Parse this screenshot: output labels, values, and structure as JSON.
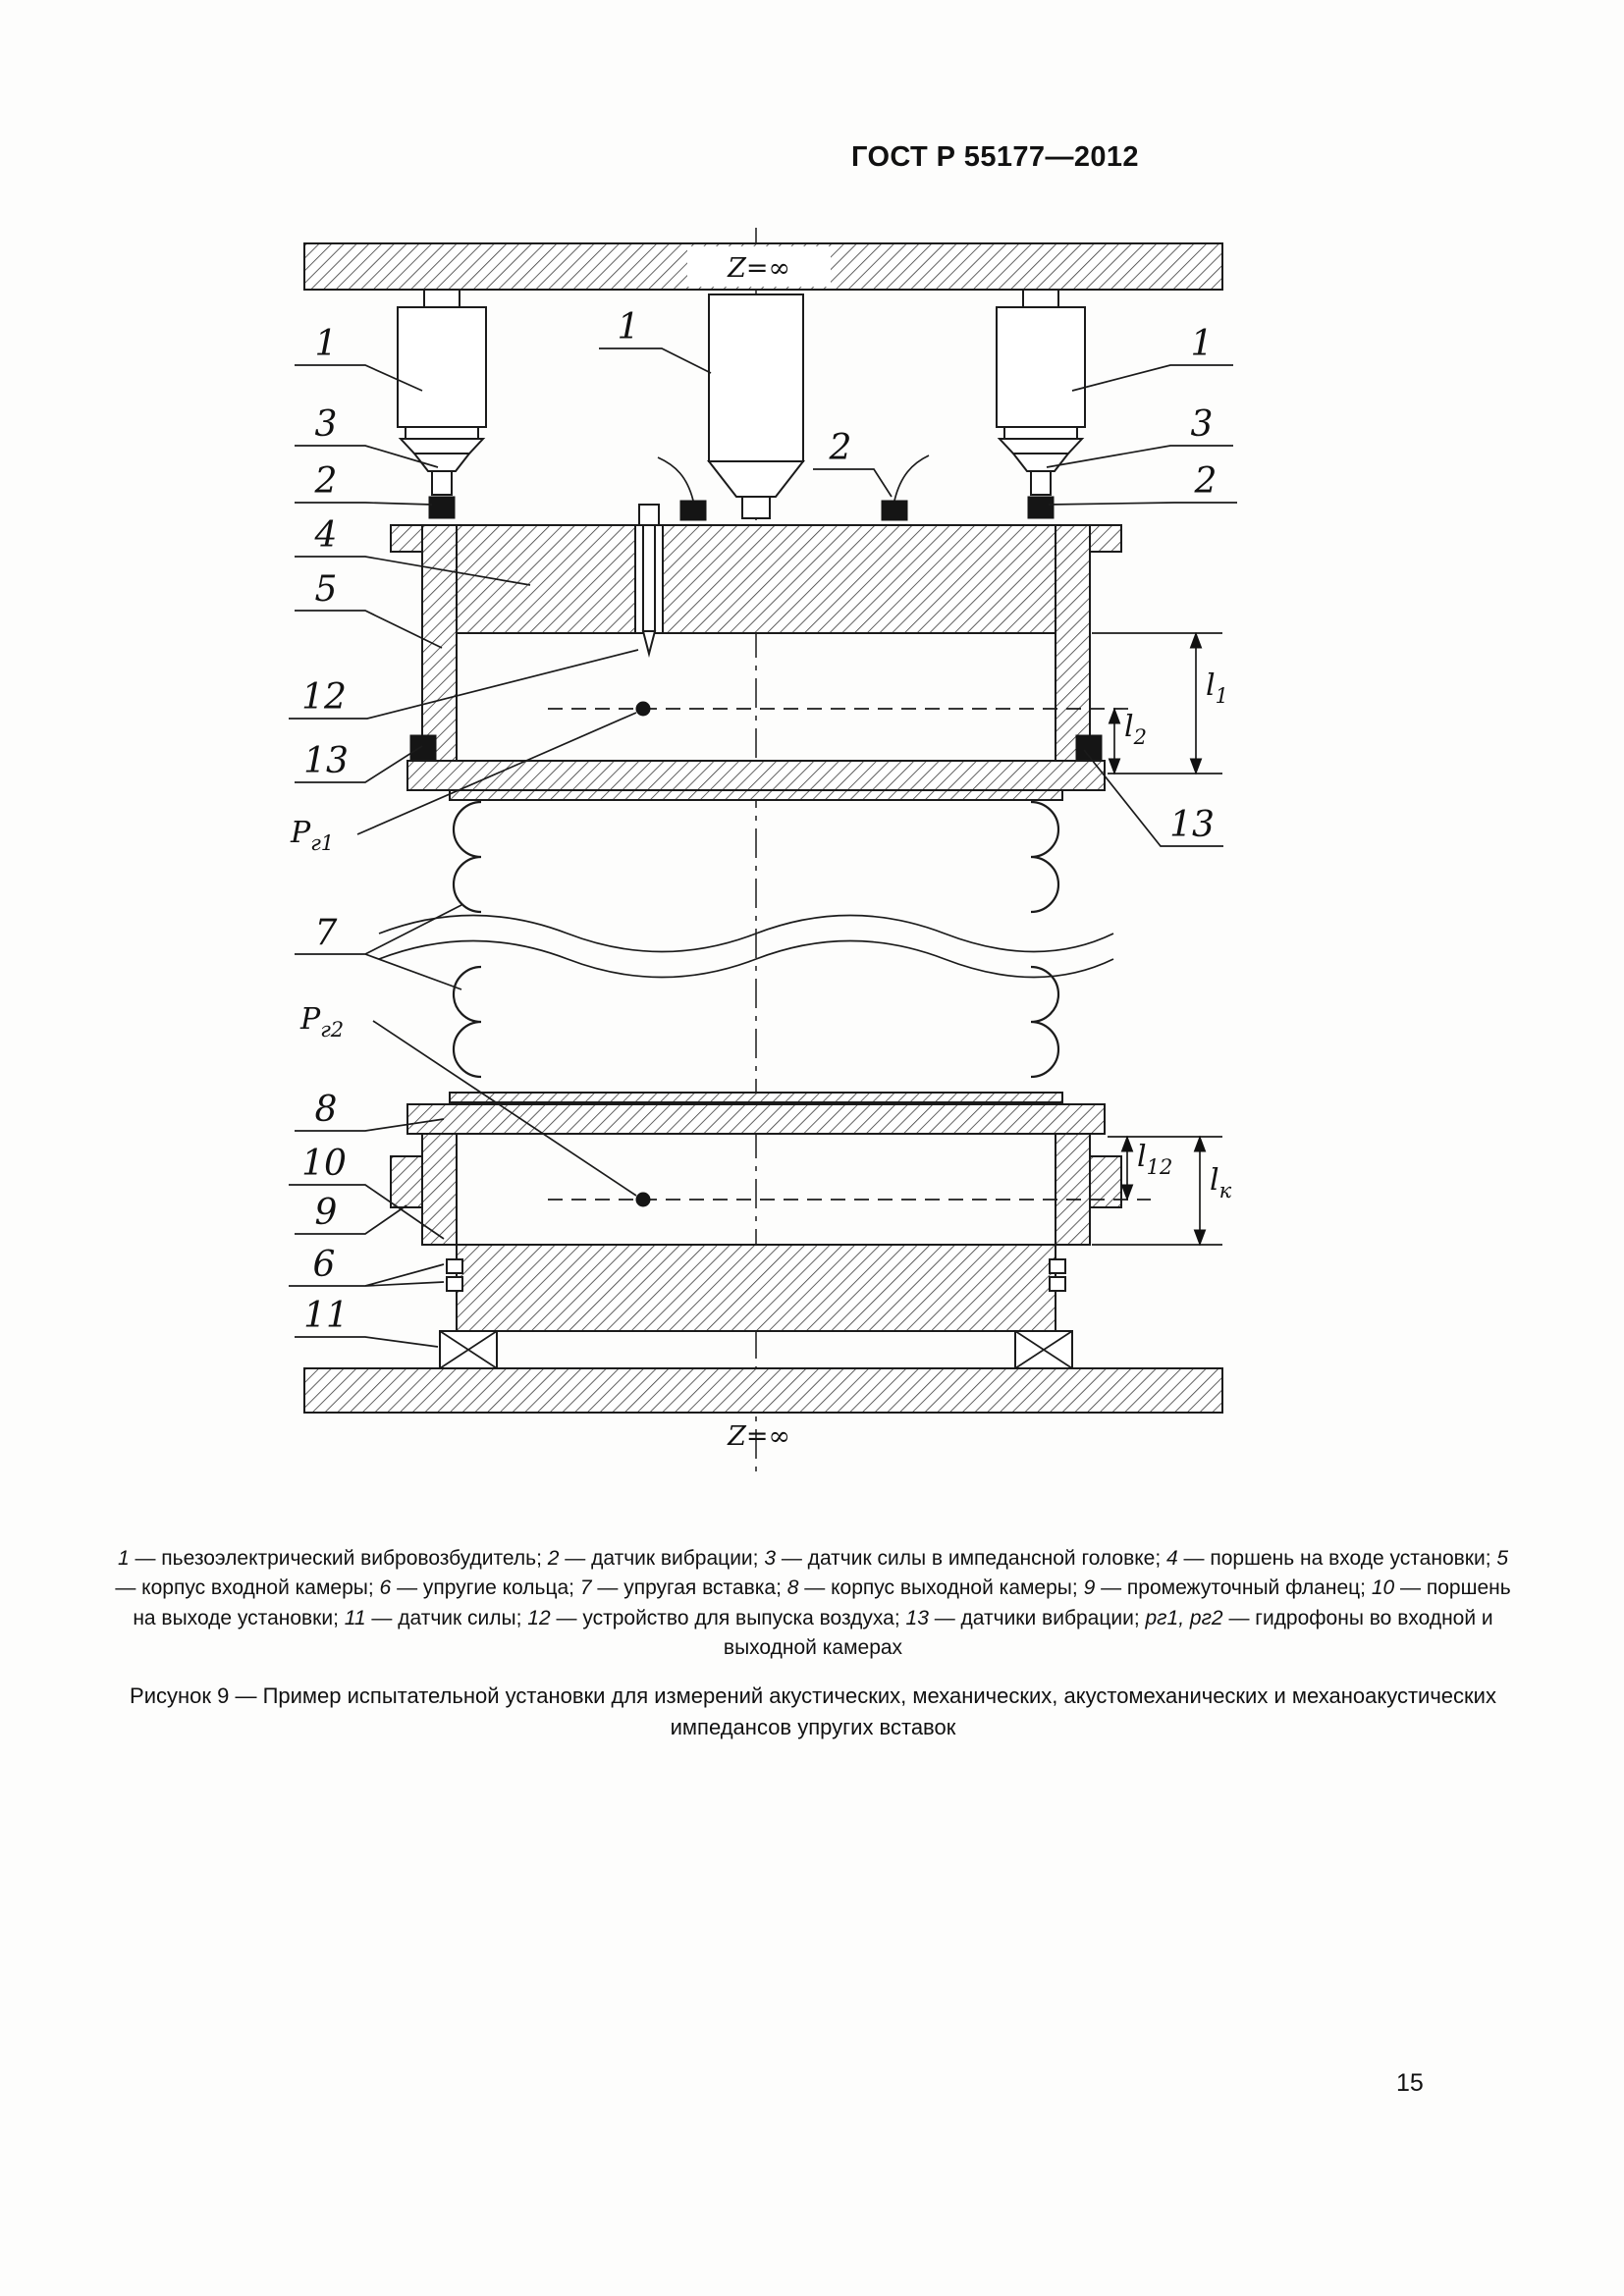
{
  "page": {
    "header": "ГОСТ Р 55177—2012",
    "page_number": "15"
  },
  "figure": {
    "impedance_top": "Z=∞",
    "impedance_bottom": "Z=∞",
    "callouts": {
      "c1": "1",
      "c2": "2",
      "c3": "3",
      "c4": "4",
      "c5": "5",
      "c6": "6",
      "c7": "7",
      "c8": "8",
      "c9": "9",
      "c10": "10",
      "c11": "11",
      "c12": "12",
      "c13": "13"
    },
    "pressure": {
      "p1": {
        "main": "P",
        "sub": "г1"
      },
      "p2": {
        "main": "P",
        "sub": "г2"
      }
    },
    "dimensions": {
      "l1": {
        "main": "l",
        "sub": "1"
      },
      "l2": {
        "main": "l",
        "sub": "2"
      },
      "l12": {
        "main": "l",
        "sub": "12"
      },
      "lk": {
        "main": "l",
        "sub": "к"
      }
    }
  },
  "legend": {
    "items": [
      {
        "label": "1",
        "text": "пьезоэлектрический вибровозбудитель"
      },
      {
        "label": "2",
        "text": "датчик вибрации"
      },
      {
        "label": "3",
        "text": "датчик силы в импедансной головке"
      },
      {
        "label": "4",
        "text": "поршень на входе установки"
      },
      {
        "label": "5",
        "text": "корпус входной камеры"
      },
      {
        "label": "6",
        "text": "упругие кольца"
      },
      {
        "label": "7",
        "text": "упругая вставка"
      },
      {
        "label": "8",
        "text": "корпус выходной камеры"
      },
      {
        "label": "9",
        "text": "промежуточный фланец"
      },
      {
        "label": "10",
        "text": "поршень на выходе установки"
      },
      {
        "label": "11",
        "text": "датчик силы"
      },
      {
        "label": "12",
        "text": "устройство для выпуска воздуха"
      },
      {
        "label": "13",
        "text": "датчики вибрации"
      },
      {
        "label": "pг1, pг2",
        "text": "гидрофоны во входной и выходной камерах"
      }
    ]
  },
  "caption": {
    "text": "Рисунок 9 — Пример испытательной установки для измерений акустических, механических, акустомеханических и механоакустических импедансов упругих вставок"
  }
}
